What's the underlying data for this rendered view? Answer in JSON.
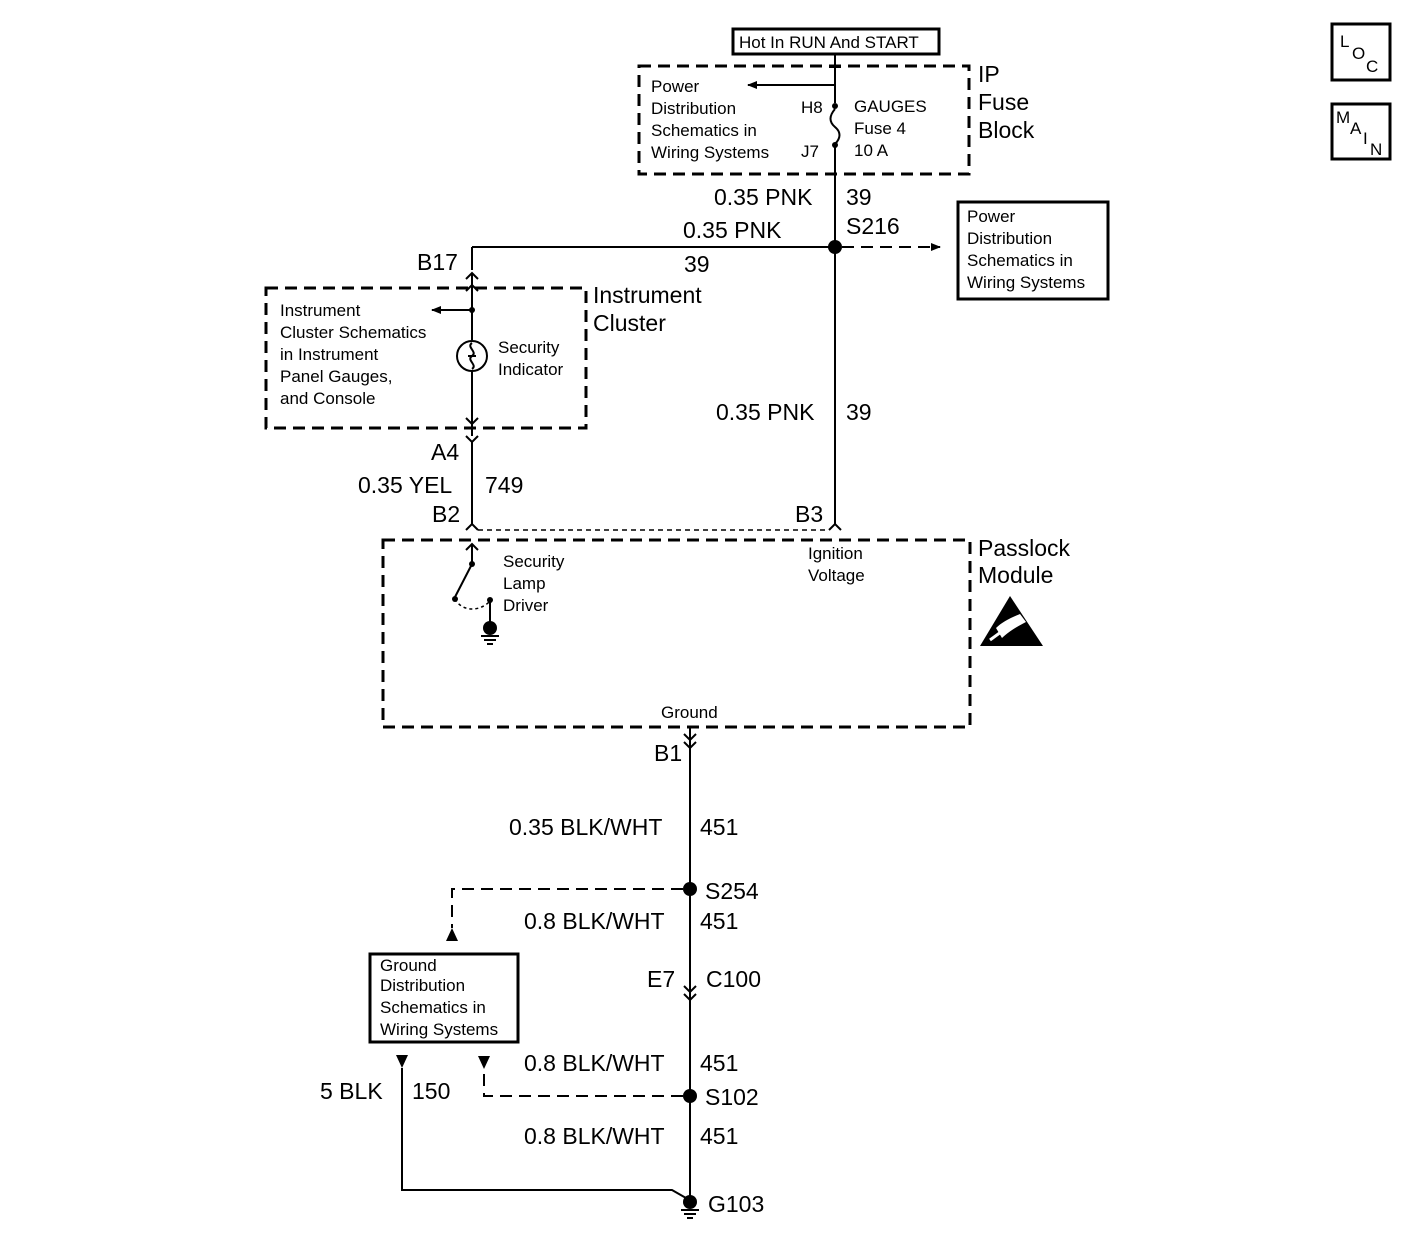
{
  "nav": {
    "loc": [
      "L",
      "O",
      "C"
    ],
    "main": [
      "M",
      "A",
      "I",
      "N"
    ]
  },
  "hot_label": "Hot In RUN And START",
  "fuse_block": {
    "title_lines": [
      "IP",
      "Fuse",
      "Block"
    ],
    "ref_lines": [
      "Power",
      "Distribution",
      "Schematics in",
      "Wiring Systems"
    ],
    "pin_in": "H8",
    "pin_out": "J7",
    "fuse_lines": [
      "GAUGES",
      "Fuse 4",
      "10 A"
    ]
  },
  "wires": {
    "fuse_out_gauge": "0.35 PNK",
    "fuse_out_circuit": "39",
    "branch_gauge": "0.35 PNK",
    "branch_circuit": "39",
    "splice_s216": "S216",
    "down_gauge": "0.35 PNK",
    "down_circuit": "39",
    "b3_pin": "B3",
    "b17_pin": "B17",
    "a4_pin": "A4",
    "yel_gauge": "0.35 YEL",
    "yel_circuit": "749",
    "b2_pin": "B2",
    "b1_pin": "B1",
    "gnd_gauge_1": "0.35 BLK/WHT",
    "gnd_circuit_1": "451",
    "splice_s254": "S254",
    "gnd_gauge_2": "0.8 BLK/WHT",
    "gnd_circuit_2": "451",
    "connector_pin": "E7",
    "connector": "C100",
    "gnd_gauge_3": "0.8 BLK/WHT",
    "gnd_circuit_3": "451",
    "splice_s102": "S102",
    "gnd_gauge_4": "0.8 BLK/WHT",
    "gnd_circuit_4": "451",
    "blk_gauge": "5 BLK",
    "blk_circuit": "150",
    "ground_g103": "G103"
  },
  "power_ref_lines": [
    "Power",
    "Distribution",
    "Schematics in",
    "Wiring Systems"
  ],
  "instrument_cluster": {
    "title_lines": [
      "Instrument",
      "Cluster"
    ],
    "ref_lines": [
      "Instrument",
      "Cluster Schematics",
      "in Instrument",
      "Panel Gauges,",
      "and Console"
    ],
    "indicator_lines": [
      "Security",
      "Indicator"
    ]
  },
  "passlock": {
    "title_lines": [
      "Passlock",
      "Module"
    ],
    "driver_lines": [
      "Security",
      "Lamp",
      "Driver"
    ],
    "ignition_lines": [
      "Ignition",
      "Voltage"
    ],
    "ground_label": "Ground"
  },
  "ground_ref_lines": [
    "Ground",
    "Distribution",
    "Schematics in",
    "Wiring Systems"
  ]
}
